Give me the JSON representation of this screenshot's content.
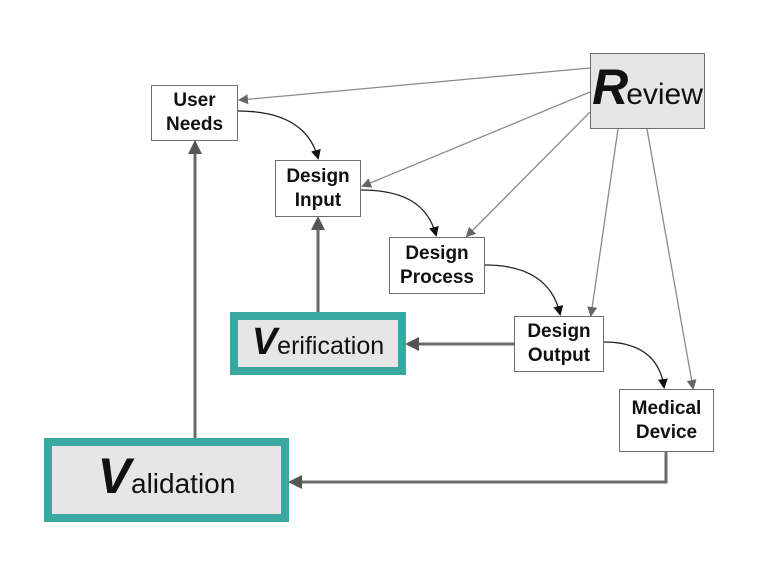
{
  "diagram": {
    "title": "Design Controls Waterfall",
    "nodes": {
      "user_needs": "User\nNeeds",
      "design_input": "Design\nInput",
      "design_process": "Design\nProcess",
      "design_output": "Design\nOutput",
      "medical_device": "Medical\nDevice",
      "review": {
        "initial": "R",
        "rest": "eview"
      },
      "verification": {
        "initial": "V",
        "rest": "erification"
      },
      "validation": {
        "initial": "V",
        "rest": "alidation"
      }
    },
    "edges": [
      {
        "from": "User Needs",
        "to": "Design Input",
        "style": "curved"
      },
      {
        "from": "Design Input",
        "to": "Design Process",
        "style": "curved"
      },
      {
        "from": "Design Process",
        "to": "Design Output",
        "style": "curved"
      },
      {
        "from": "Design Output",
        "to": "Medical Device",
        "style": "curved"
      },
      {
        "from": "Review",
        "to": "User Needs",
        "style": "thin"
      },
      {
        "from": "Review",
        "to": "Design Input",
        "style": "thin"
      },
      {
        "from": "Review",
        "to": "Design Process",
        "style": "thin"
      },
      {
        "from": "Review",
        "to": "Design Output",
        "style": "thin"
      },
      {
        "from": "Review",
        "to": "Medical Device",
        "style": "thin"
      },
      {
        "from": "Design Output",
        "to": "Verification",
        "style": "thick"
      },
      {
        "from": "Verification",
        "to": "Design Input",
        "style": "thick"
      },
      {
        "from": "Medical Device",
        "to": "Validation",
        "style": "thick"
      },
      {
        "from": "Validation",
        "to": "User Needs",
        "style": "thick"
      }
    ],
    "colors": {
      "teal_border": "#3aa8a0",
      "box_fill_gray": "#e6e6e6",
      "thin_arrow": "#8a8a8a",
      "thick_arrow": "#6a6a6a",
      "curved_arrow": "#222222"
    }
  }
}
